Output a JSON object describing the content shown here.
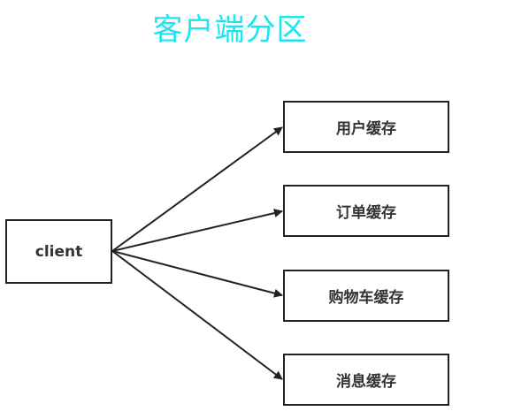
{
  "title": "客户端分区",
  "colors": {
    "title": "#19e6f0",
    "stroke": "#222222",
    "text": "#333333"
  },
  "client": {
    "label": "client"
  },
  "targets": [
    {
      "label": "用户缓存"
    },
    {
      "label": "订单缓存"
    },
    {
      "label": "购物车缓存"
    },
    {
      "label": "消息缓存"
    }
  ],
  "edges": [
    {
      "from": "client",
      "to": "用户缓存"
    },
    {
      "from": "client",
      "to": "订单缓存"
    },
    {
      "from": "client",
      "to": "购物车缓存"
    },
    {
      "from": "client",
      "to": "消息缓存"
    }
  ]
}
